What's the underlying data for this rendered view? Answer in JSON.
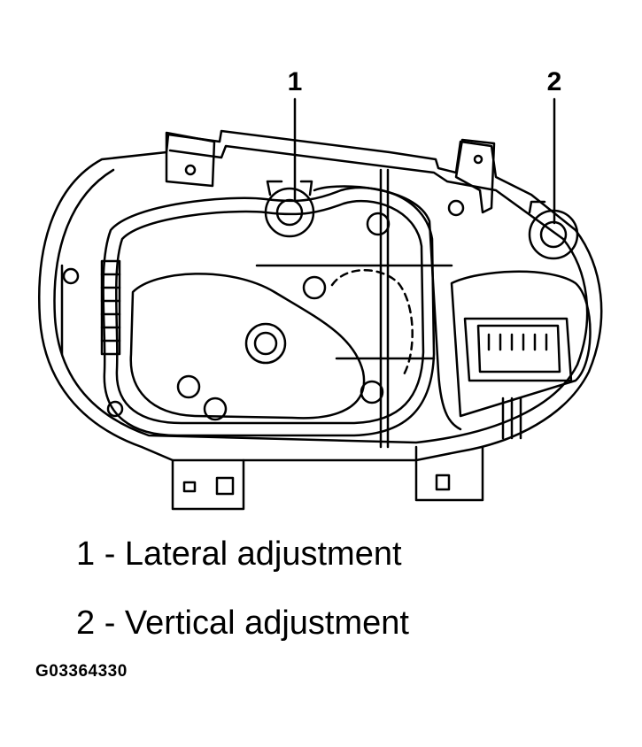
{
  "diagram": {
    "callouts": [
      {
        "number": "1"
      },
      {
        "number": "2"
      }
    ]
  },
  "legend": [
    {
      "number": "1",
      "separator": "-",
      "text": "Lateral adjustment",
      "full": "1 - Lateral adjustment"
    },
    {
      "number": "2",
      "separator": "-",
      "text": "Vertical adjustment",
      "full": "2 - Vertical adjustment"
    }
  ],
  "figure_id": "G03364330"
}
